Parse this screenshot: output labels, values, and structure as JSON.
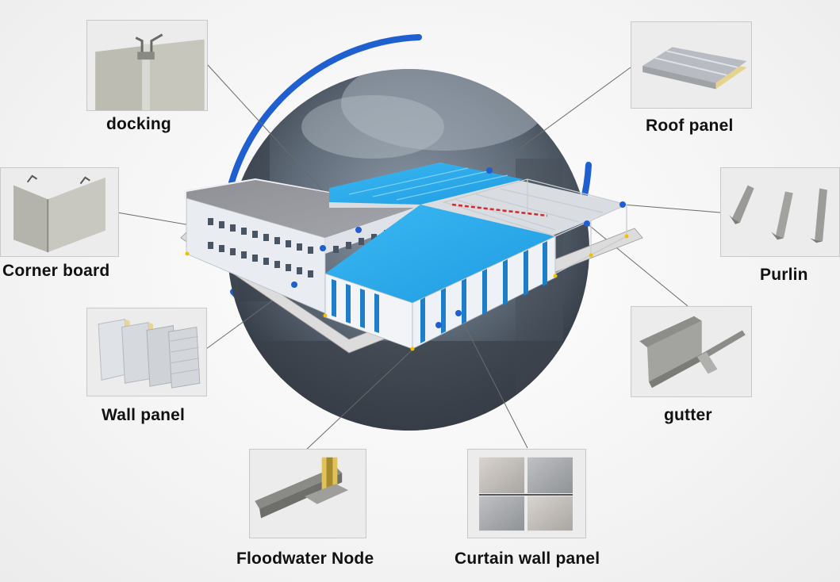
{
  "components": {
    "docking": "docking",
    "roof_panel": "Roof panel",
    "corner_board": "Corner board",
    "purlin": "Purlin",
    "wall_panel": "Wall panel",
    "gutter": "gutter",
    "floodwater_node": "Floodwater Node",
    "curtain_wall_panel": "Curtain wall panel"
  },
  "colors": {
    "accent_blue": "#1f5fd0",
    "roof_blue": "#2aa7ea",
    "panel_gray": "#b9b9ae",
    "text": "#111111"
  }
}
